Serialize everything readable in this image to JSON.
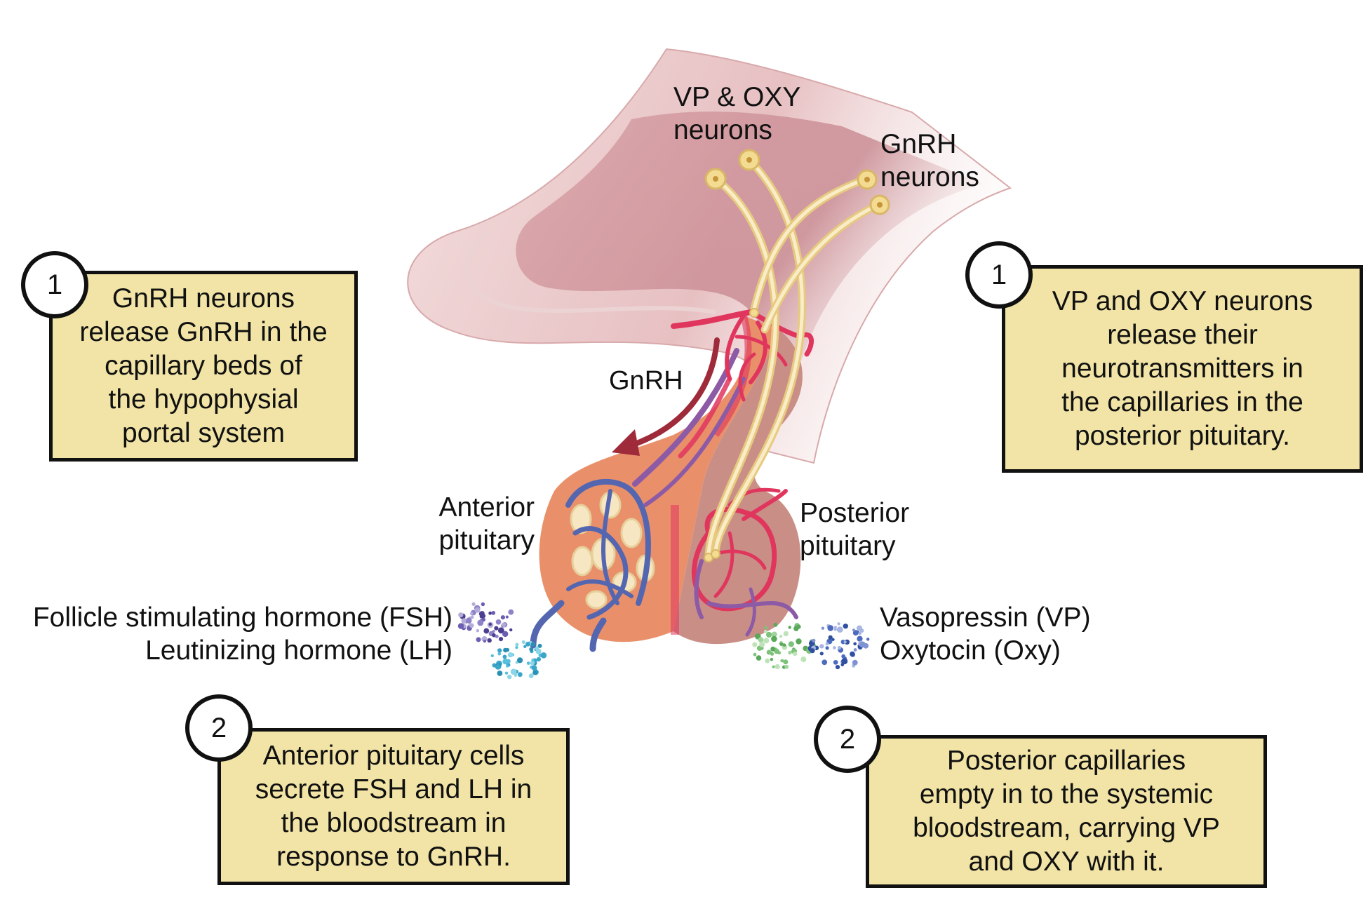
{
  "labels": {
    "vp_oxy_neurons": "VP & OXY\nneurons",
    "gnrh_neurons": "GnRH\nneurons",
    "gnrh_arrow": "GnRH",
    "anterior_pituitary": "Anterior\npituitary",
    "posterior_pituitary": "Posterior\npituitary",
    "fsh": "Follicle stimulating hormone (FSH)",
    "lh": "Leutinizing hormone (LH)",
    "vp": "Vasopressin (VP)",
    "oxy": "Oxytocin (Oxy)"
  },
  "steps": {
    "left_1": {
      "number": "1",
      "text": "GnRH neurons\nrelease GnRH in the\ncapillary beds of\nthe hypophysial\nportal system"
    },
    "right_1": {
      "number": "1",
      "text": "VP and OXY neurons\nrelease their\nneurotransmitters in\nthe capillaries in the\nposterior pituitary."
    },
    "left_2": {
      "number": "2",
      "text": "Anterior pituitary cells\nsecrete FSH and LH in\nthe bloodstream in\nresponse to GnRH."
    },
    "right_2": {
      "number": "2",
      "text": "Posterior capillaries\nempty in to the systemic\nbloodstream, carrying VP\nand OXY with it."
    }
  },
  "colors": {
    "box_fill": "#f1e4a6",
    "brain_tissue": "#e8c3c3",
    "anterior_lobe": "#e9906a",
    "posterior_lobe": "#c98f86",
    "artery": "#e0365e",
    "vein": "#5466b0",
    "neuron": "#f0d78a",
    "gnrh_arrow": "#9e2a3a"
  }
}
